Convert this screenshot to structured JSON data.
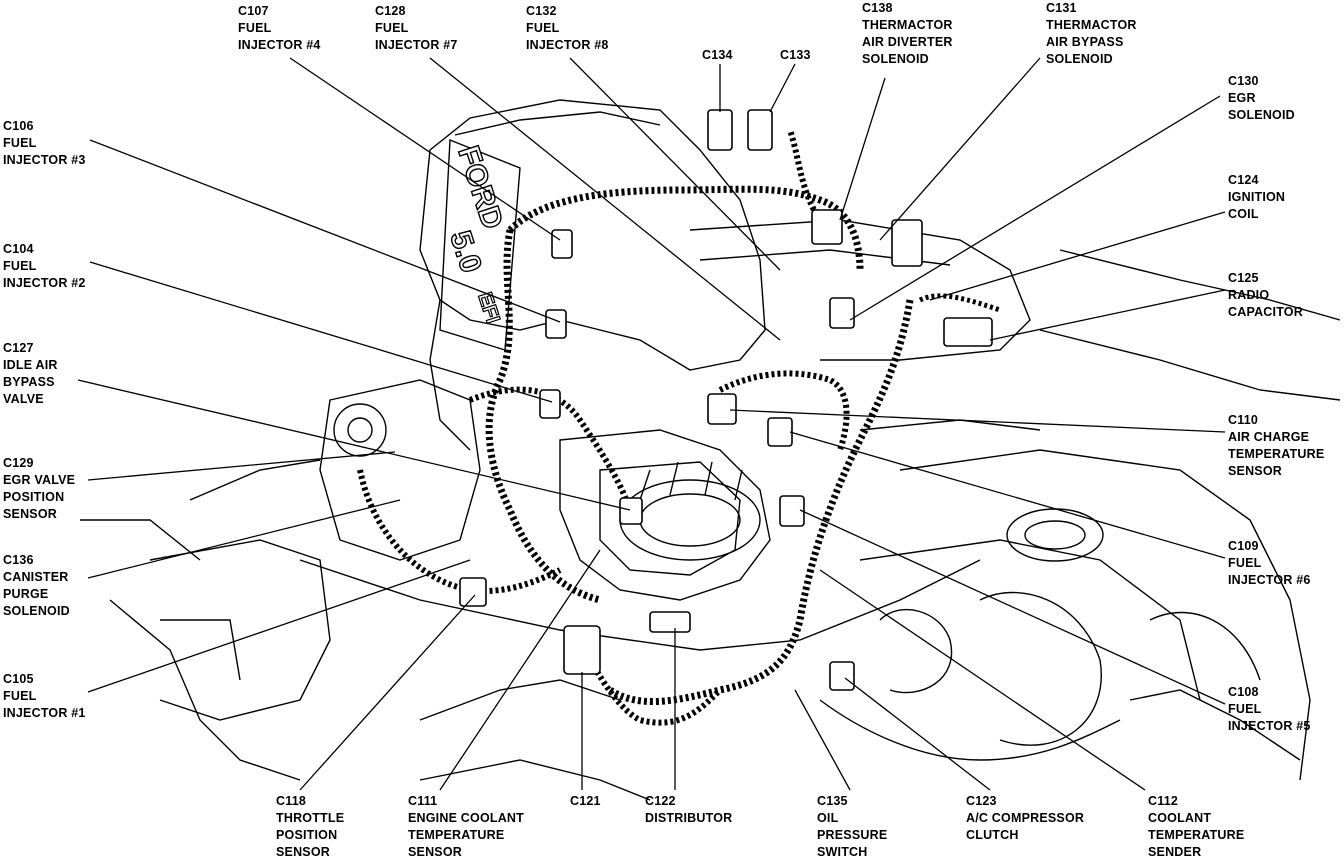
{
  "labels": [
    {
      "id": "c107",
      "lines": [
        "C107",
        "FUEL",
        "INJECTOR #4"
      ]
    },
    {
      "id": "c128",
      "lines": [
        "C128",
        "FUEL",
        "INJECTOR #7"
      ]
    },
    {
      "id": "c132",
      "lines": [
        "C132",
        "FUEL",
        "INJECTOR #8"
      ]
    },
    {
      "id": "c134",
      "lines": [
        "C134"
      ]
    },
    {
      "id": "c133",
      "lines": [
        "C133"
      ]
    },
    {
      "id": "c138",
      "lines": [
        "C138",
        "THERMACTOR",
        "AIR DIVERTER",
        "SOLENOID"
      ]
    },
    {
      "id": "c131",
      "lines": [
        "C131",
        "THERMACTOR",
        "AIR BYPASS",
        "SOLENOID"
      ]
    },
    {
      "id": "c130",
      "lines": [
        "C130",
        "EGR",
        "SOLENOID"
      ]
    },
    {
      "id": "c124",
      "lines": [
        "C124",
        "IGNITION",
        "COIL"
      ]
    },
    {
      "id": "c125",
      "lines": [
        "C125",
        "RADIO",
        "CAPACITOR"
      ]
    },
    {
      "id": "c110",
      "lines": [
        "C110",
        "AIR CHARGE",
        "TEMPERATURE",
        "SENSOR"
      ]
    },
    {
      "id": "c109",
      "lines": [
        "C109",
        "FUEL",
        "INJECTOR #6"
      ]
    },
    {
      "id": "c108",
      "lines": [
        "C108",
        "FUEL",
        "INJECTOR #5"
      ]
    },
    {
      "id": "c106",
      "lines": [
        "C106",
        "FUEL",
        "INJECTOR #3"
      ]
    },
    {
      "id": "c104",
      "lines": [
        "C104",
        "FUEL",
        "INJECTOR #2"
      ]
    },
    {
      "id": "c127",
      "lines": [
        "C127",
        "IDLE AIR",
        "BYPASS",
        "VALVE"
      ]
    },
    {
      "id": "c129",
      "lines": [
        "C129",
        "EGR VALVE",
        "POSITION",
        "SENSOR"
      ]
    },
    {
      "id": "c136",
      "lines": [
        "C136",
        "CANISTER",
        "PURGE",
        "SOLENOID"
      ]
    },
    {
      "id": "c105",
      "lines": [
        "C105",
        "FUEL",
        "INJECTOR #1"
      ]
    },
    {
      "id": "c118",
      "lines": [
        "C118",
        "THROTTLE",
        "POSITION",
        "SENSOR"
      ]
    },
    {
      "id": "c111",
      "lines": [
        "C111",
        "ENGINE COOLANT",
        "TEMPERATURE",
        "SENSOR"
      ]
    },
    {
      "id": "c121",
      "lines": [
        "C121"
      ]
    },
    {
      "id": "c122",
      "lines": [
        "C122",
        "DISTRIBUTOR"
      ]
    },
    {
      "id": "c135",
      "lines": [
        "C135",
        "OIL",
        "PRESSURE",
        "SWITCH"
      ]
    },
    {
      "id": "c123",
      "lines": [
        "C123",
        "A/C COMPRESSOR",
        "CLUTCH"
      ]
    },
    {
      "id": "c112",
      "lines": [
        "C112",
        "COOLANT",
        "TEMPERATURE",
        "SENDER"
      ]
    }
  ],
  "engine_lettering": {
    "brand": "FORD",
    "model": "5.0",
    "badge": "EFI"
  },
  "colors": {
    "ink": "#000000",
    "paper": "#ffffff"
  }
}
